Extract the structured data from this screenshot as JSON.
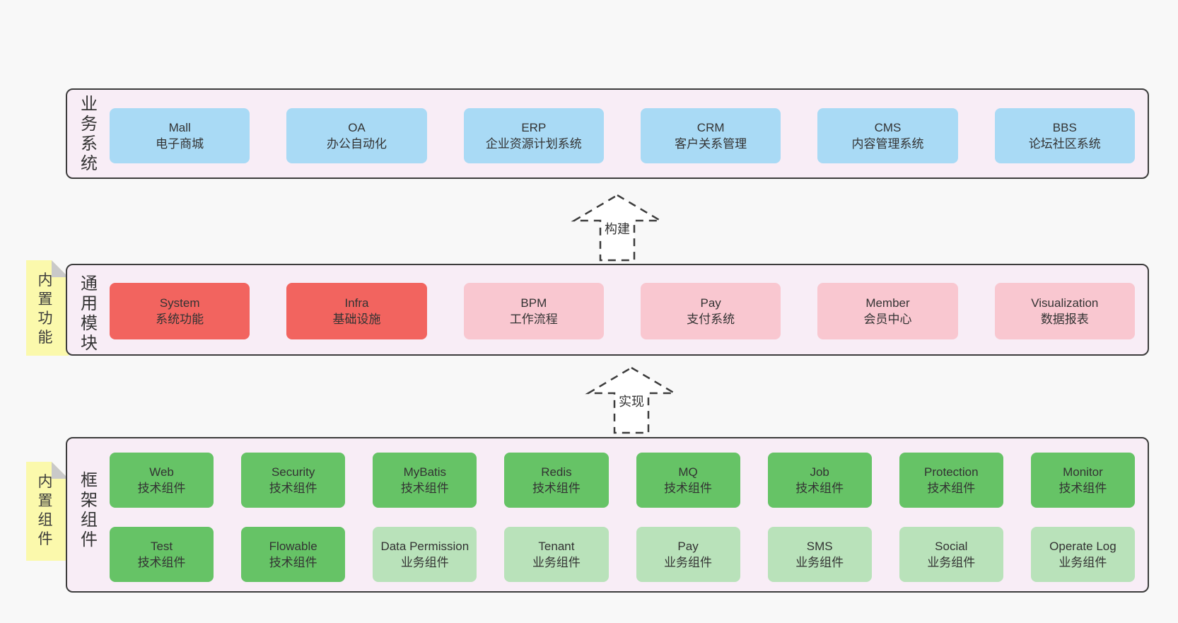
{
  "colors": {
    "page_bg": "#f8f8f8",
    "layer_bg": "#f8edf6",
    "layer_border": "#3c3c3c",
    "box_blue": "#a9daf5",
    "box_red": "#f2645f",
    "box_pink": "#f9c7d0",
    "box_green": "#66c366",
    "box_green_light": "#b9e2ba",
    "note_yellow": "#fbf9ac",
    "note_fold_gray": "#c9c9c9",
    "text": "#333333"
  },
  "arrows": {
    "build": "构建",
    "implement": "实现"
  },
  "layers": {
    "business": {
      "label": "业务系统",
      "boxes": [
        {
          "name": "Mall",
          "desc": "电子商城"
        },
        {
          "name": "OA",
          "desc": "办公自动化"
        },
        {
          "name": "ERP",
          "desc": "企业资源计划系统"
        },
        {
          "name": "CRM",
          "desc": "客户关系管理"
        },
        {
          "name": "CMS",
          "desc": "内容管理系统"
        },
        {
          "name": "BBS",
          "desc": "论坛社区系统"
        }
      ]
    },
    "modules": {
      "label": "通用模块",
      "note": "内置功能",
      "boxes": [
        {
          "name": "System",
          "desc": "系统功能"
        },
        {
          "name": "Infra",
          "desc": "基础设施"
        },
        {
          "name": "BPM",
          "desc": "工作流程"
        },
        {
          "name": "Pay",
          "desc": "支付系统"
        },
        {
          "name": "Member",
          "desc": "会员中心"
        },
        {
          "name": "Visualization",
          "desc": "数据报表"
        }
      ]
    },
    "components": {
      "label": "框架组件",
      "note": "内置组件",
      "row1": [
        {
          "name": "Web",
          "desc": "技术组件"
        },
        {
          "name": "Security",
          "desc": "技术组件"
        },
        {
          "name": "MyBatis",
          "desc": "技术组件"
        },
        {
          "name": "Redis",
          "desc": "技术组件"
        },
        {
          "name": "MQ",
          "desc": "技术组件"
        },
        {
          "name": "Job",
          "desc": "技术组件"
        },
        {
          "name": "Protection",
          "desc": "技术组件"
        },
        {
          "name": "Monitor",
          "desc": "技术组件"
        }
      ],
      "row2": [
        {
          "name": "Test",
          "desc": "技术组件"
        },
        {
          "name": "Flowable",
          "desc": "技术组件"
        },
        {
          "name": "Data Permission",
          "desc": "业务组件"
        },
        {
          "name": "Tenant",
          "desc": "业务组件"
        },
        {
          "name": "Pay",
          "desc": "业务组件"
        },
        {
          "name": "SMS",
          "desc": "业务组件"
        },
        {
          "name": "Social",
          "desc": "业务组件"
        },
        {
          "name": "Operate Log",
          "desc": "业务组件"
        }
      ]
    }
  }
}
